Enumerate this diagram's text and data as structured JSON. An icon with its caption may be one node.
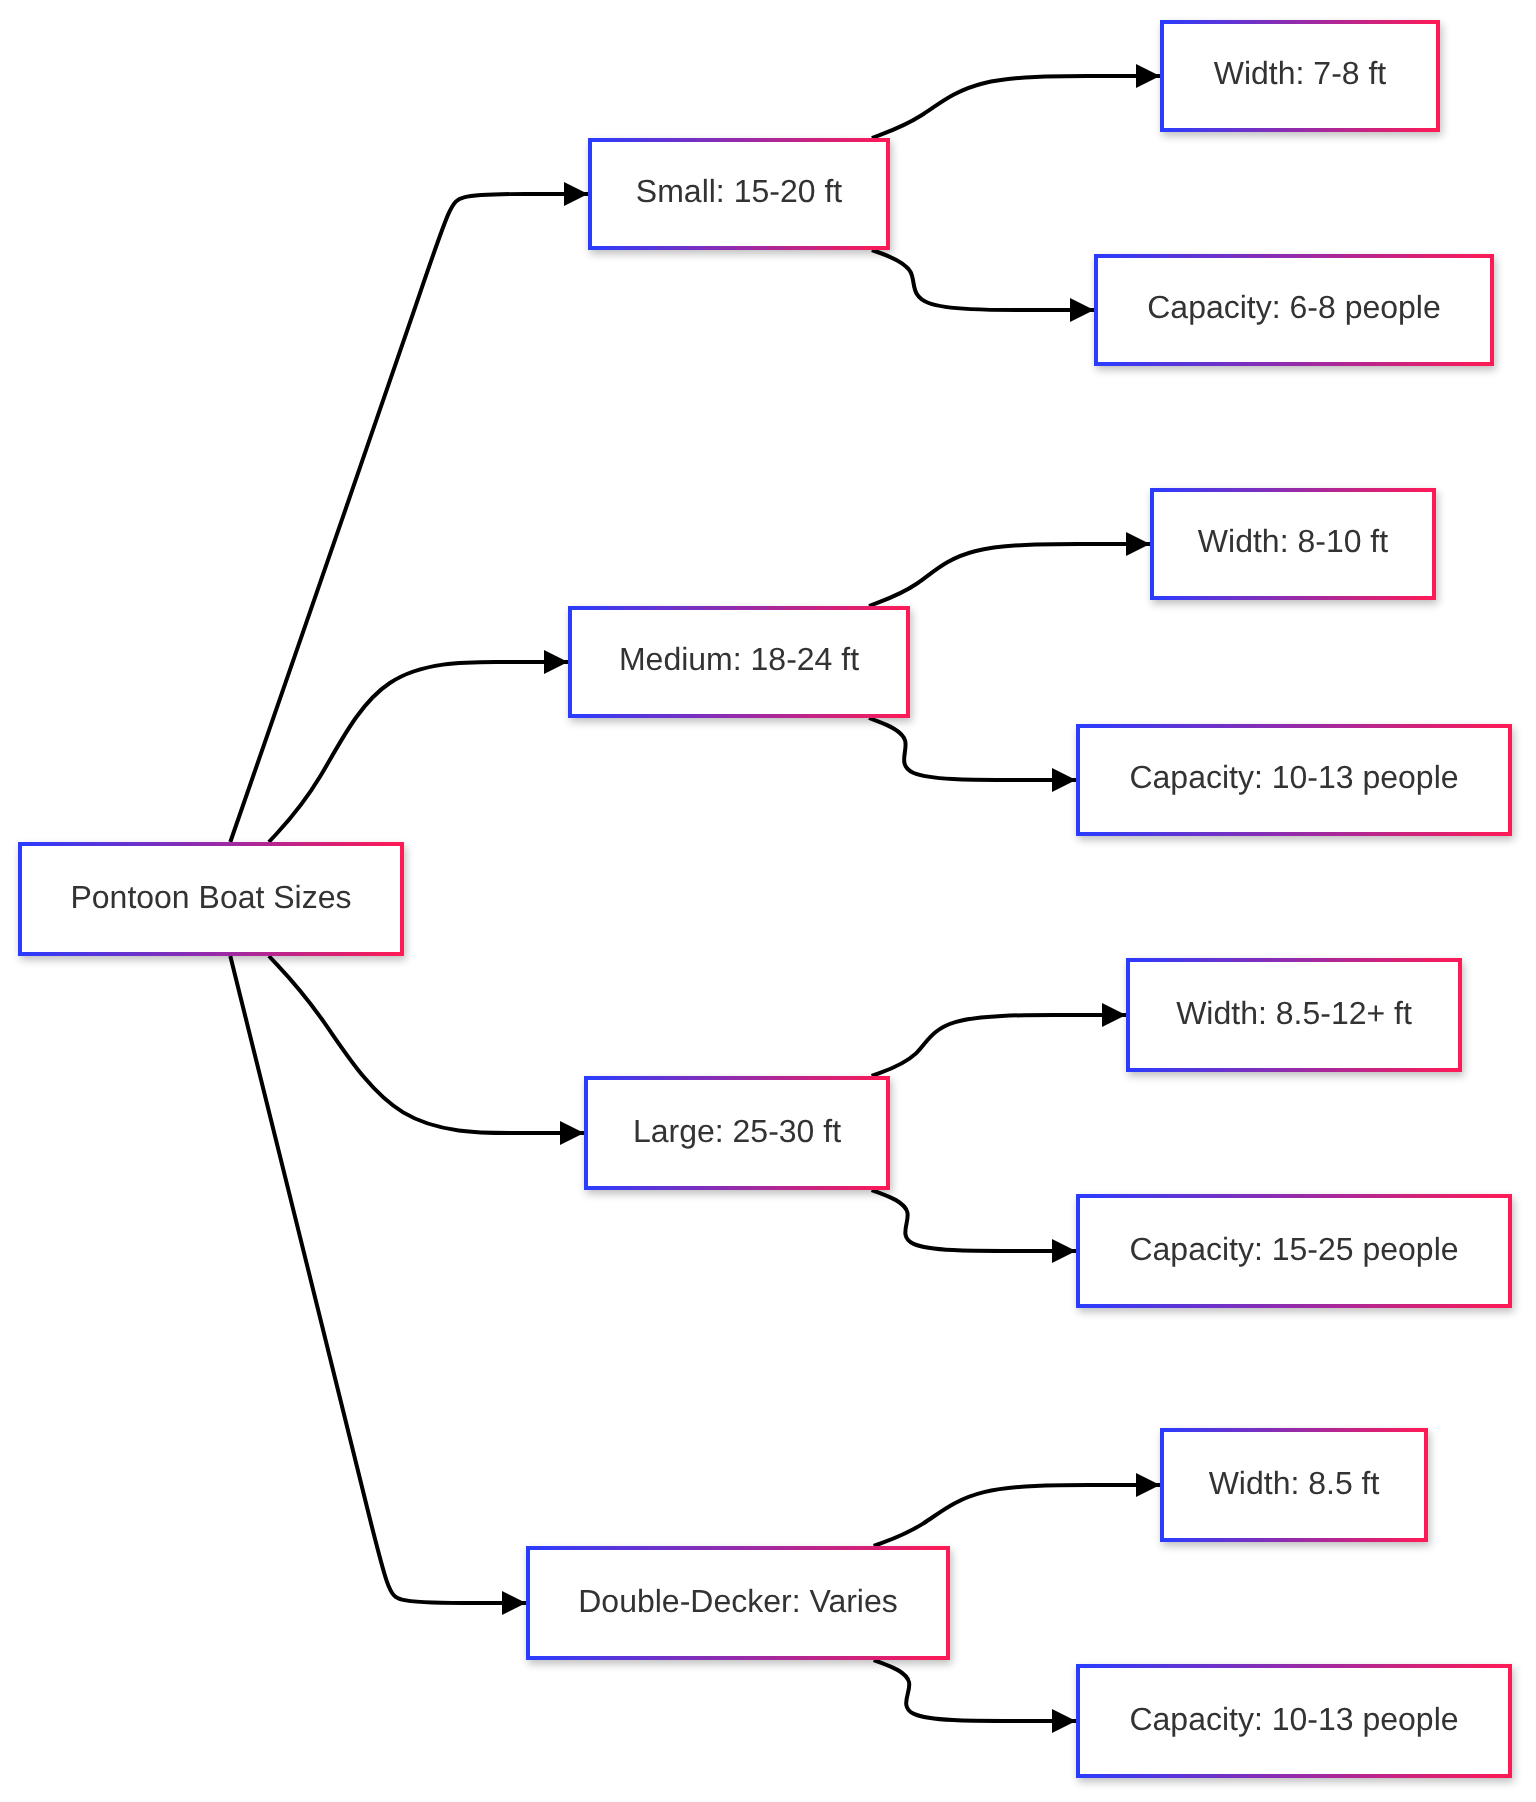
{
  "diagram": {
    "nodes": [
      {
        "text": [
          "Pontoon Boat Sizes"
        ]
      },
      {
        "text": [
          "Small: 15-20 ft"
        ]
      },
      {
        "text": [
          "Width: 7-8 ft"
        ]
      },
      {
        "text": [
          "Capacity: 6-8 people"
        ]
      },
      {
        "text": [
          "Medium: 18-24 ft"
        ]
      },
      {
        "text": [
          "Width: 8-10 ft"
        ]
      },
      {
        "text": [
          "Capacity: 10-13 people"
        ]
      },
      {
        "text": [
          "Large: 25-30 ft"
        ]
      },
      {
        "text": [
          "Width: 8.5-12+ ft"
        ]
      },
      {
        "text": [
          "Capacity: 15-25 people"
        ]
      },
      {
        "text": [
          "Double-Decker: Varies"
        ]
      },
      {
        "text": [
          "Width: 8.5 ft"
        ]
      },
      {
        "text": [
          "Capacity: 10-13 people"
        ]
      }
    ],
    "edges": [
      {
        "from": 0,
        "to": 1,
        "arrow": "to"
      },
      {
        "from": 1,
        "to": 2,
        "arrow": "to"
      },
      {
        "from": 1,
        "to": 3,
        "arrow": "to"
      },
      {
        "from": 0,
        "to": 4,
        "arrow": "to"
      },
      {
        "from": 4,
        "to": 5,
        "arrow": "to"
      },
      {
        "from": 4,
        "to": 6,
        "arrow": "to"
      },
      {
        "from": 0,
        "to": 7,
        "arrow": "to"
      },
      {
        "from": 7,
        "to": 8,
        "arrow": "to"
      },
      {
        "from": 7,
        "to": 9,
        "arrow": "to"
      },
      {
        "from": 0,
        "to": 10,
        "arrow": "to"
      },
      {
        "from": 10,
        "to": 11,
        "arrow": "to"
      },
      {
        "from": 10,
        "to": 12,
        "arrow": "to"
      }
    ]
  }
}
